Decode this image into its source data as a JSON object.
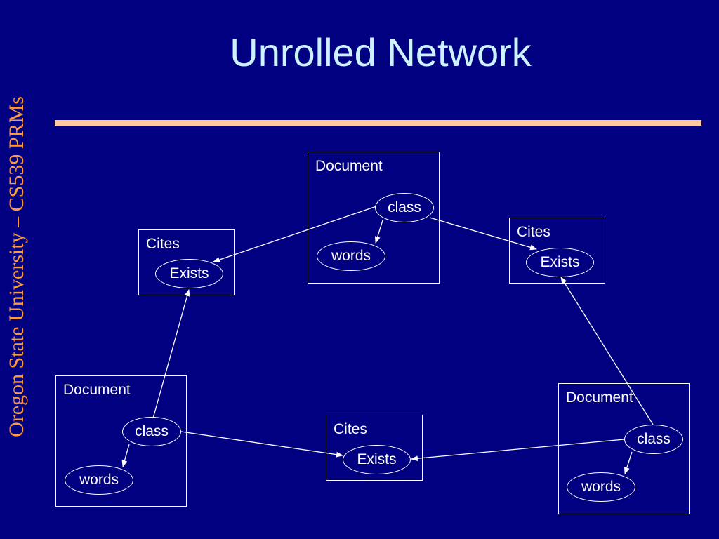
{
  "side_text": "Oregon State University – CS539 PRMs",
  "title": "Unrolled Network",
  "documents": [
    {
      "label": "Document",
      "class_label": "class",
      "words_label": "words"
    },
    {
      "label": "Document",
      "class_label": "class",
      "words_label": "words"
    },
    {
      "label": "Document",
      "class_label": "class",
      "words_label": "words"
    }
  ],
  "cites": [
    {
      "label": "Cites",
      "exists_label": "Exists"
    },
    {
      "label": "Cites",
      "exists_label": "Exists"
    },
    {
      "label": "Cites",
      "exists_label": "Exists"
    }
  ]
}
